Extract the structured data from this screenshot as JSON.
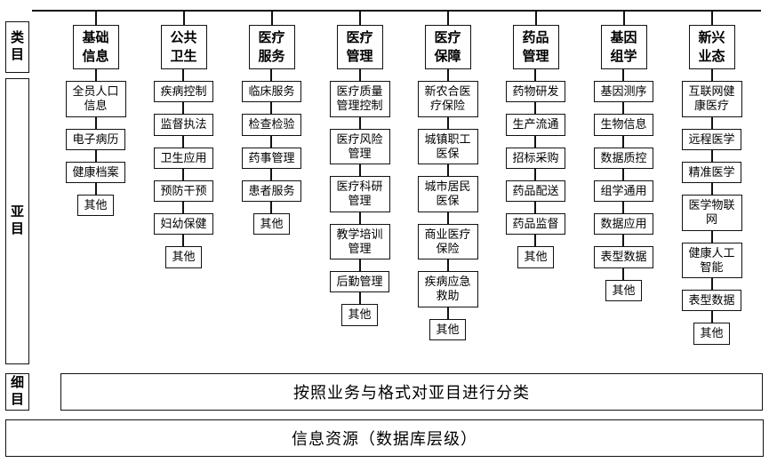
{
  "left_labels": {
    "category": "类目",
    "subcategory": "亚目",
    "detail": "细目"
  },
  "columns": [
    {
      "header": "基础信息",
      "items": [
        "全员人口信息",
        "电子病历",
        "健康档案",
        "其他"
      ]
    },
    {
      "header": "公共卫生",
      "items": [
        "疾病控制",
        "监督执法",
        "卫生应用",
        "预防干预",
        "妇幼保健",
        "其他"
      ]
    },
    {
      "header": "医疗服务",
      "items": [
        "临床服务",
        "检查检验",
        "药事管理",
        "患者服务",
        "其他"
      ]
    },
    {
      "header": "医疗管理",
      "items": [
        "医疗质量管理控制",
        "医疗风险管理",
        "医疗科研管理",
        "教学培训管理",
        "后勤管理",
        "其他"
      ]
    },
    {
      "header": "医疗保障",
      "items": [
        "新农合医疗保险",
        "城镇职工医保",
        "城市居民医保",
        "商业医疗保险",
        "疾病应急救助",
        "其他"
      ]
    },
    {
      "header": "药品管理",
      "items": [
        "药物研发",
        "生产流通",
        "招标采购",
        "药品配送",
        "药品监督",
        "其他"
      ]
    },
    {
      "header": "基因组学",
      "items": [
        "基因测序",
        "生物信息",
        "数据质控",
        "组学通用",
        "数据应用",
        "表型数据",
        "其他"
      ]
    },
    {
      "header": "新兴业态",
      "items": [
        "互联网健康医疗",
        "远程医学",
        "精准医学",
        "医学物联网",
        "健康人工智能",
        "表型数据",
        "其他"
      ]
    }
  ],
  "footer": {
    "detail_text": "按照业务与格式对亚目进行分类",
    "base_text": "信息资源（数据库层级）"
  }
}
